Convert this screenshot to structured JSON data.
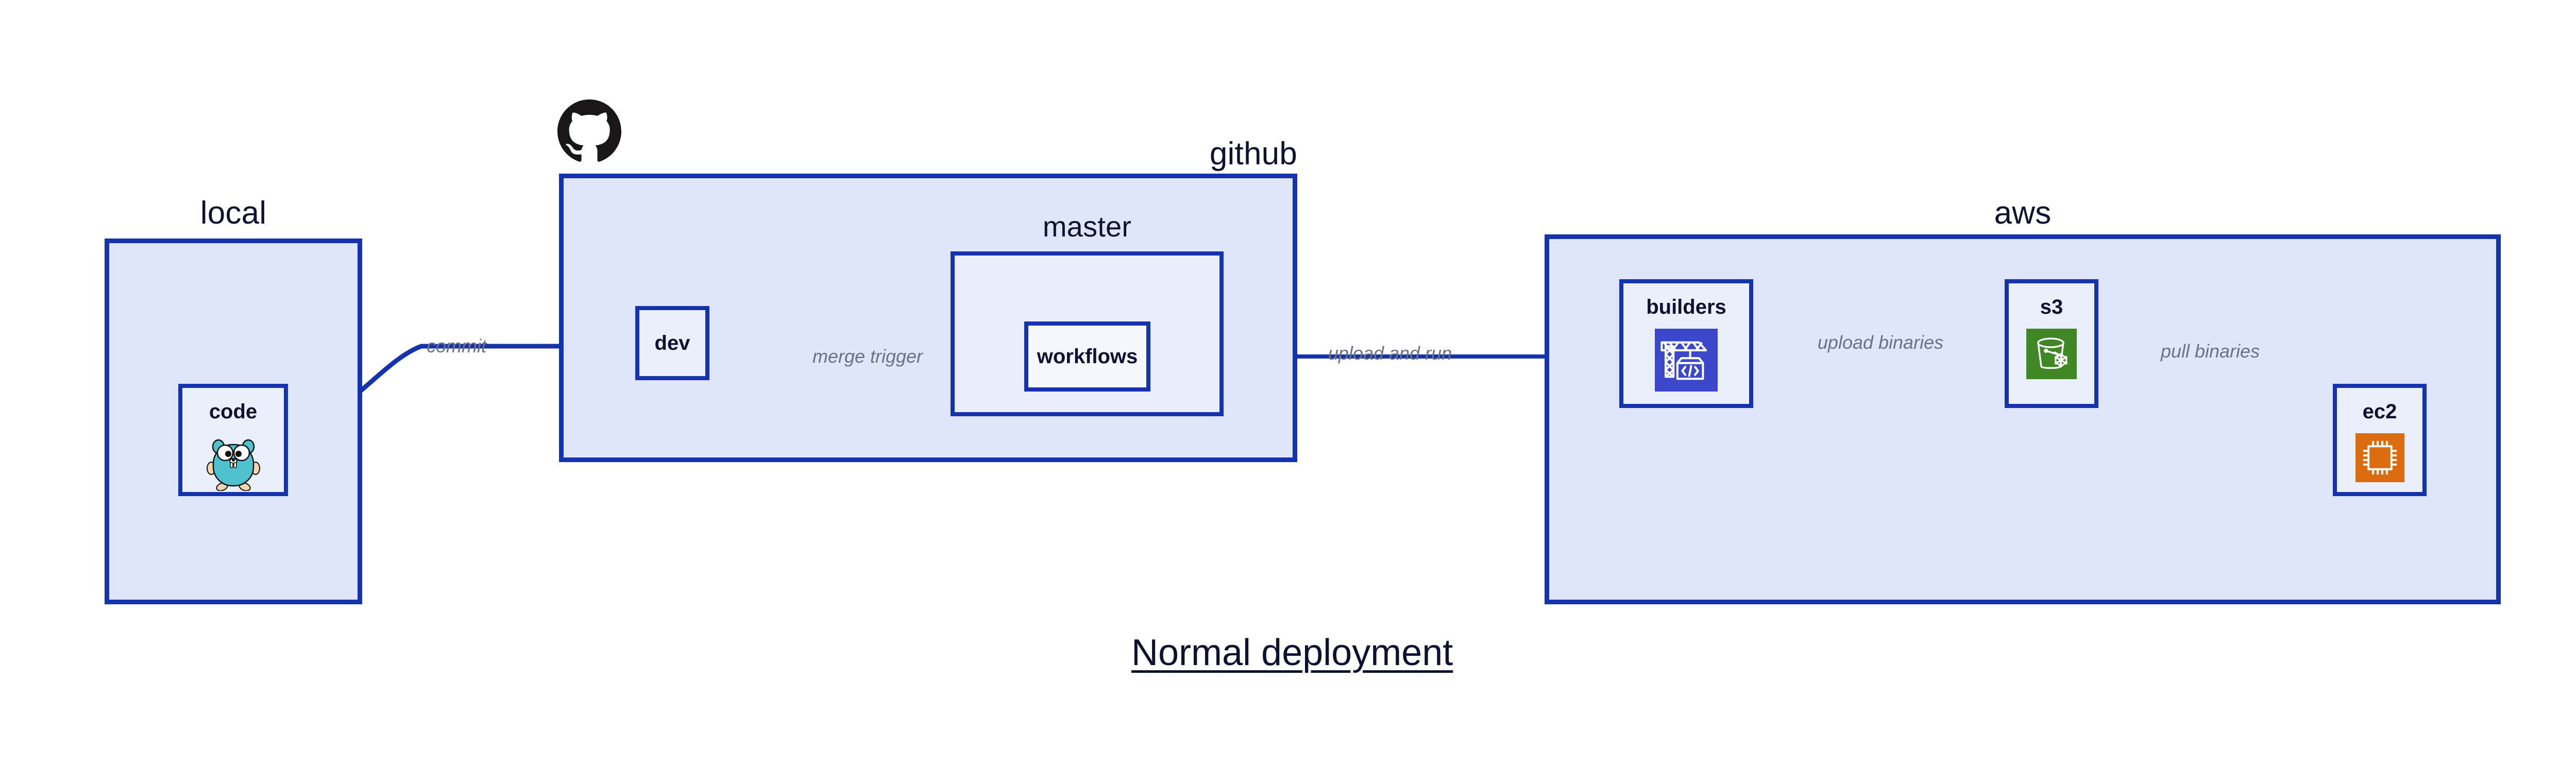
{
  "diagram": {
    "caption": "Normal deployment",
    "caption_color": "#0e1130",
    "accent_color": "#1433ad",
    "group_fill": "#dfe5fa",
    "node_fill": "#eaeffc",
    "edge_label_color": "#6d7280"
  },
  "groups": [
    {
      "id": "local",
      "label": "local",
      "label_align": "center"
    },
    {
      "id": "github",
      "label": "github",
      "label_align": "right"
    },
    {
      "id": "aws",
      "label": "aws",
      "label_align": "center"
    }
  ],
  "subgroups": [
    {
      "id": "master",
      "label": "master",
      "parent": "github"
    }
  ],
  "nodes": [
    {
      "id": "code",
      "label": "code",
      "icon": "go-gopher-icon",
      "parent": "local"
    },
    {
      "id": "dev",
      "label": "dev",
      "icon": "none",
      "parent": "github"
    },
    {
      "id": "workflows",
      "label": "workflows",
      "icon": "none",
      "parent": "master"
    },
    {
      "id": "builders",
      "label": "builders",
      "icon": "aws-codebuild-icon",
      "parent": "aws",
      "icon_color": "#3b48cc"
    },
    {
      "id": "s3",
      "label": "s3",
      "icon": "aws-s3-glacier-icon",
      "parent": "aws",
      "icon_color": "#3f8624"
    },
    {
      "id": "ec2",
      "label": "ec2",
      "icon": "aws-ec2-icon",
      "parent": "aws",
      "icon_color": "#dd6b10"
    }
  ],
  "edges": [
    {
      "id": "commit",
      "from": "code",
      "to": "dev",
      "label": "commit"
    },
    {
      "id": "merge-trigger",
      "from": "dev",
      "to": "workflows",
      "label": "merge trigger"
    },
    {
      "id": "upload-and-run",
      "from": "workflows",
      "to": "builders",
      "label": "upload and run"
    },
    {
      "id": "upload-binaries",
      "from": "builders",
      "to": "s3",
      "label": "upload binaries"
    },
    {
      "id": "pull-binaries",
      "from": "s3",
      "to": "ec2",
      "label": "pull binaries"
    }
  ],
  "logos": [
    {
      "id": "github-logo",
      "icon": "github-octocat-icon",
      "color": "#191717"
    }
  ]
}
